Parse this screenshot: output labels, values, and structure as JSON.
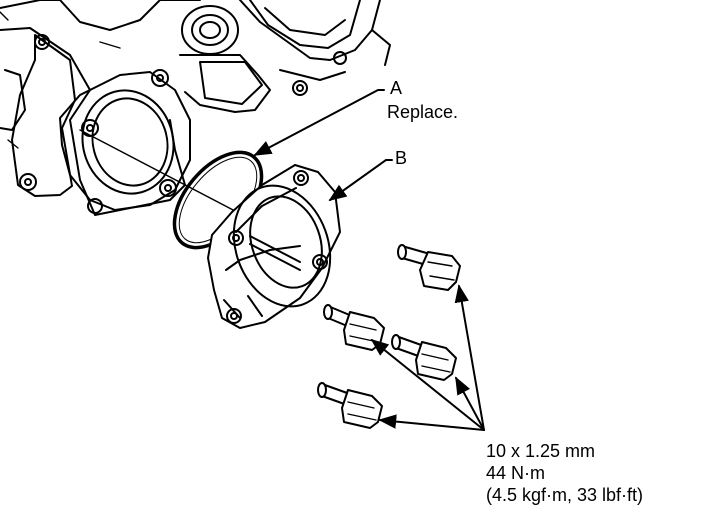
{
  "labels": {
    "a_letter": "A",
    "a_note": "Replace.",
    "b_letter": "B"
  },
  "torque_spec": {
    "bolt_size": "10 x 1.25 mm",
    "torque_nm": "44 N·m",
    "torque_alt": "(4.5 kgf·m, 33 lbf·ft)"
  },
  "colors": {
    "line": "#000000",
    "background": "#ffffff"
  }
}
